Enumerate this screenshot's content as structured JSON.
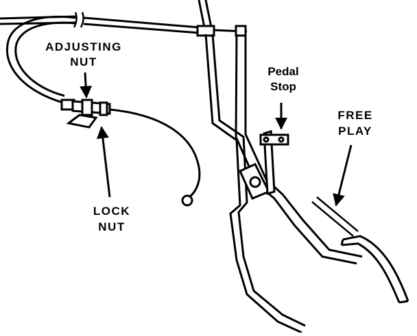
{
  "labels": {
    "adjusting_nut": [
      "ADJUSTING",
      "NUT"
    ],
    "lock_nut": [
      "LOCK",
      "NUT"
    ],
    "pedal_stop": [
      "Pedal",
      "Stop"
    ],
    "free_play": [
      "FREE",
      "PLAY"
    ]
  },
  "colors": {
    "ink": "#000000",
    "paper": "#ffffff"
  }
}
